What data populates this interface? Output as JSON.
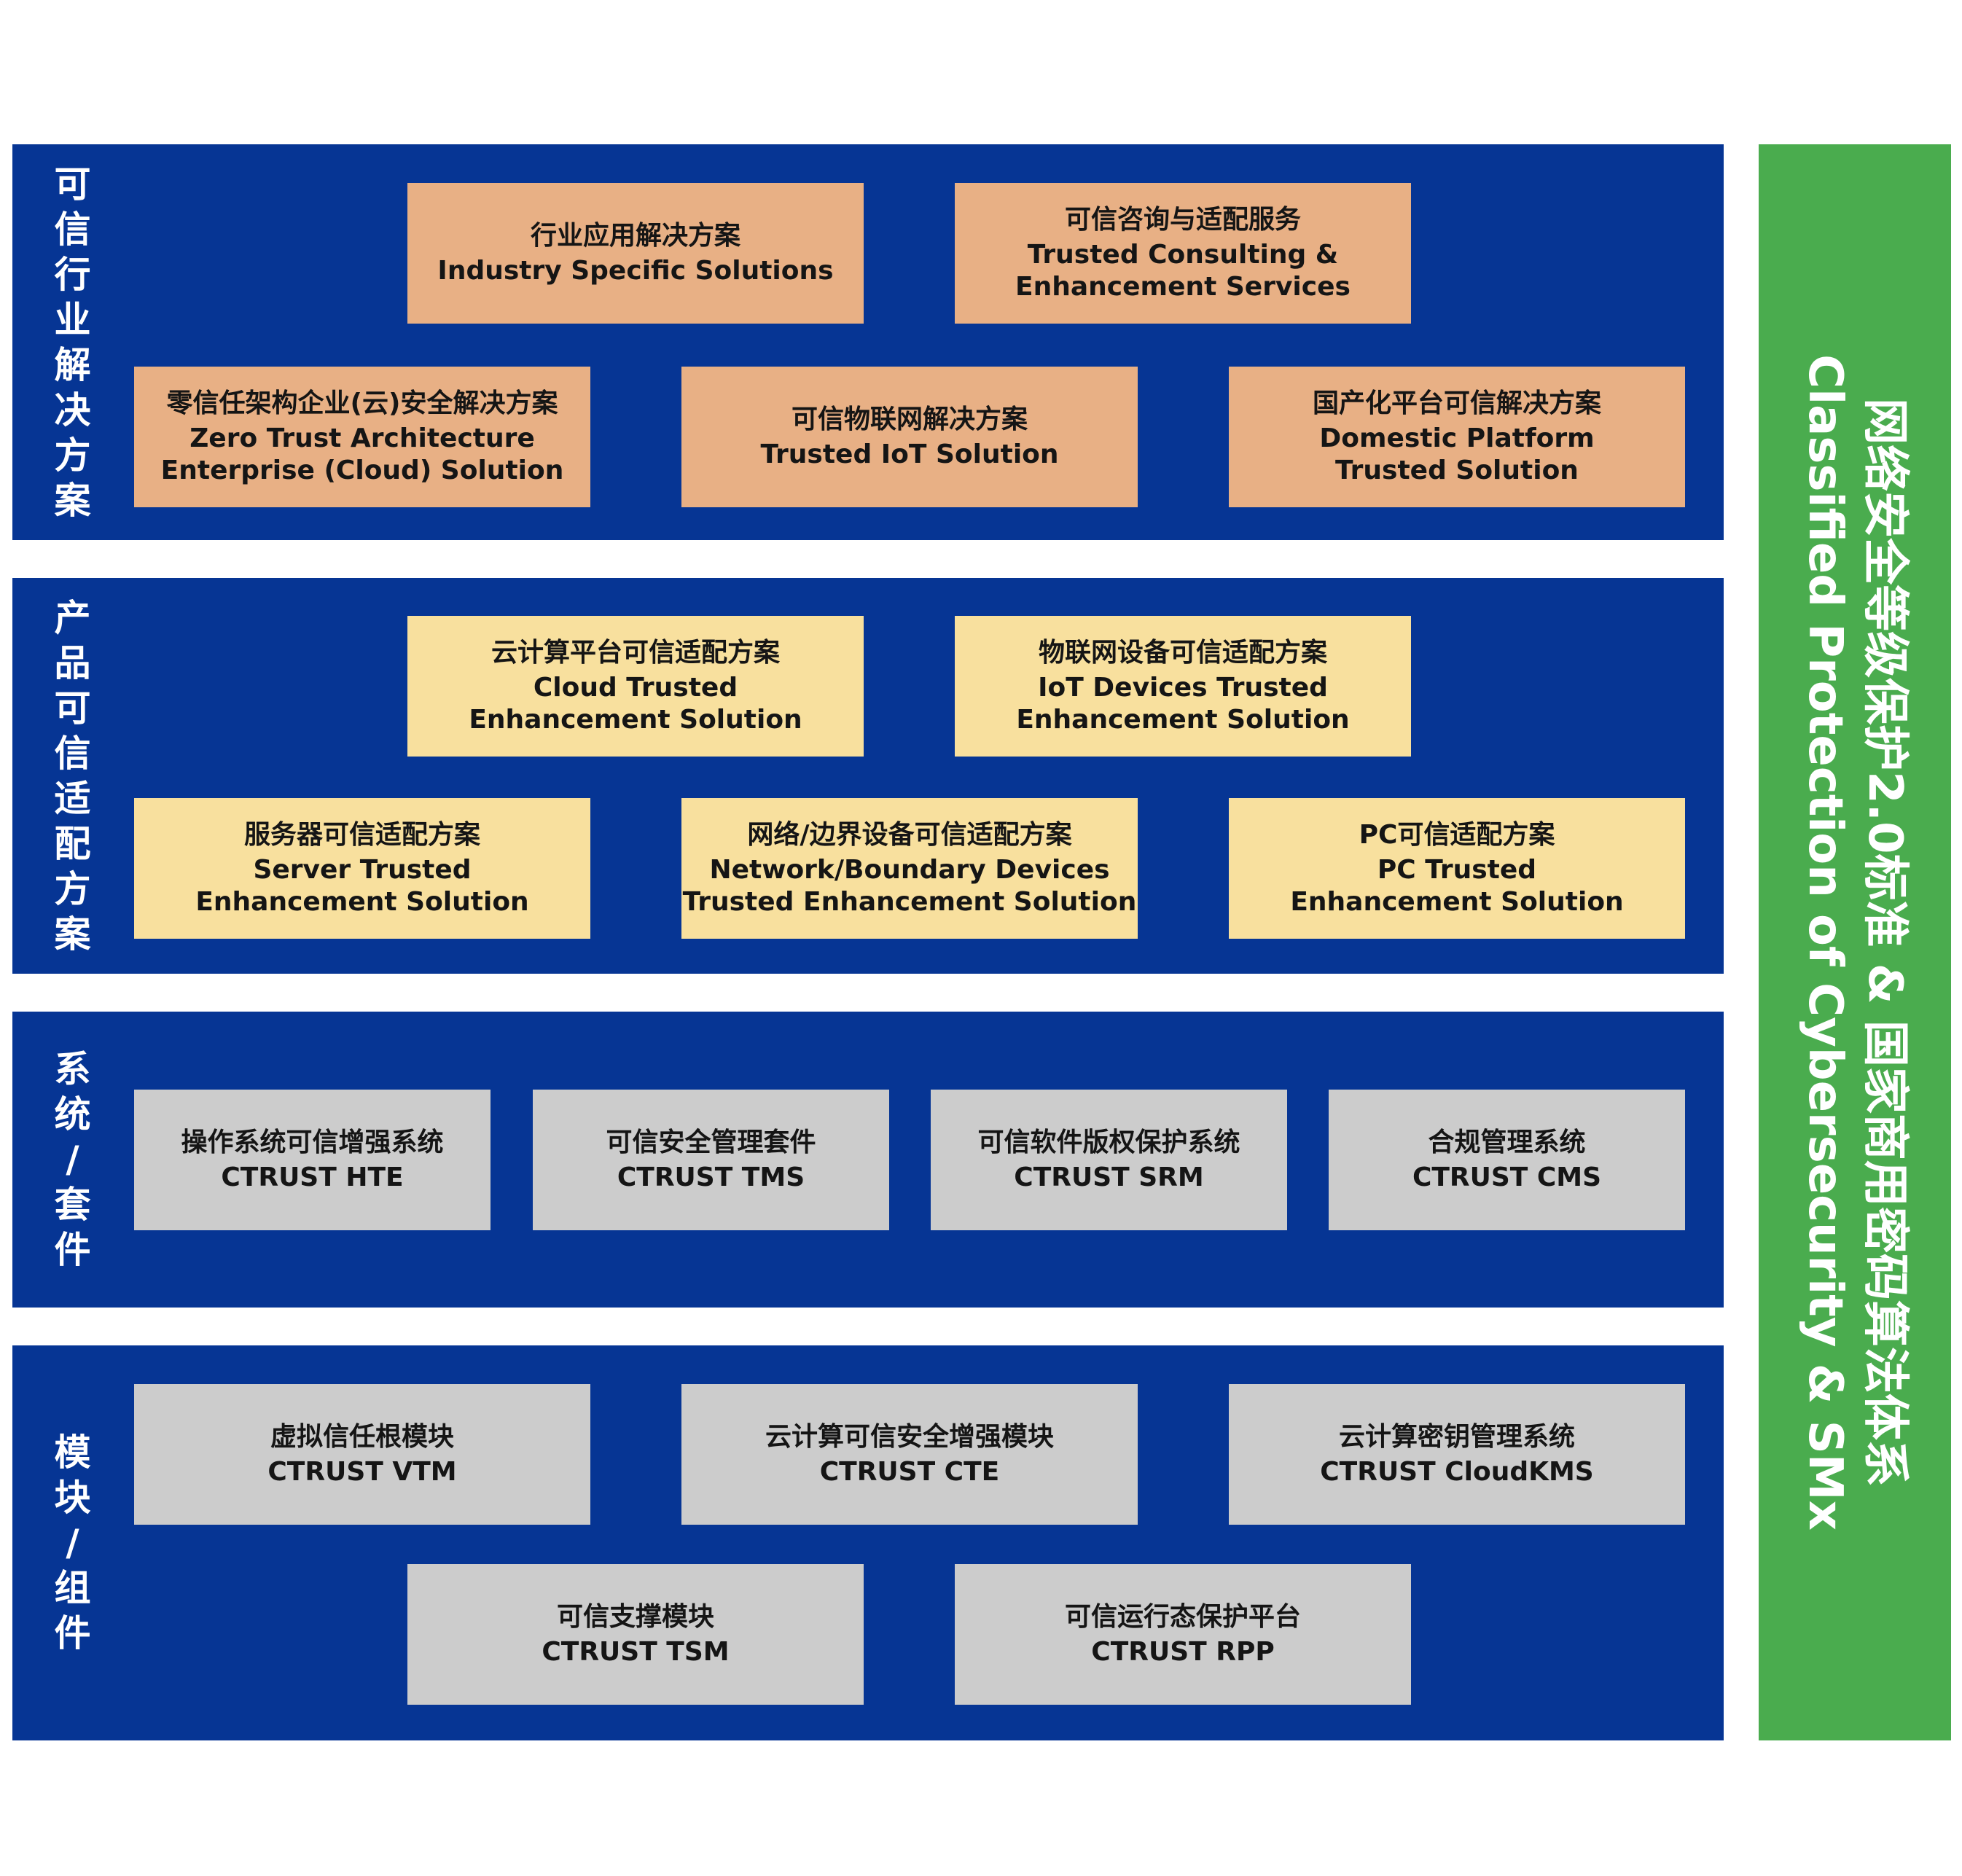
{
  "colors": {
    "band": "#063594",
    "side_panel": "#4aac4e",
    "industry_box": "#e8b085",
    "product_box": "#f8e09e",
    "system_box": "#cccccc"
  },
  "layers": {
    "industry": {
      "label": [
        "可",
        "信",
        "行",
        "业",
        "解",
        "决",
        "方",
        "案"
      ],
      "boxes": [
        {
          "zh": "行业应用解决方案",
          "en": [
            "Industry Specific Solutions"
          ]
        },
        {
          "zh": "可信咨询与适配服务",
          "en": [
            "Trusted Consulting &",
            "Enhancement Services"
          ]
        },
        {
          "zh": "零信任架构企业(云)安全解决方案",
          "en": [
            "Zero Trust Architecture",
            "Enterprise (Cloud) Solution"
          ]
        },
        {
          "zh": "可信物联网解决方案",
          "en": [
            "Trusted IoT Solution"
          ]
        },
        {
          "zh": "国产化平台可信解决方案",
          "en": [
            "Domestic Platform",
            "Trusted Solution"
          ]
        }
      ]
    },
    "product": {
      "label": [
        "产",
        "品",
        "可",
        "信",
        "适",
        "配",
        "方",
        "案"
      ],
      "boxes": [
        {
          "zh": "云计算平台可信适配方案",
          "en": [
            "Cloud Trusted",
            "Enhancement Solution"
          ]
        },
        {
          "zh": "物联网设备可信适配方案",
          "en": [
            "IoT Devices Trusted",
            "Enhancement Solution"
          ]
        },
        {
          "zh": "服务器可信适配方案",
          "en": [
            "Server Trusted",
            "Enhancement Solution"
          ]
        },
        {
          "zh": "网络/边界设备可信适配方案",
          "en": [
            "Network/Boundary Devices",
            "Trusted Enhancement Solution"
          ]
        },
        {
          "zh": "PC可信适配方案",
          "en": [
            "PC Trusted",
            "Enhancement Solution"
          ]
        }
      ]
    },
    "system": {
      "label": [
        "系",
        "统",
        "/",
        "套",
        "件"
      ],
      "boxes": [
        {
          "zh": "操作系统可信增强系统",
          "en": [
            "CTRUST HTE"
          ]
        },
        {
          "zh": "可信安全管理套件",
          "en": [
            "CTRUST TMS"
          ]
        },
        {
          "zh": "可信软件版权保护系统",
          "en": [
            "CTRUST SRM"
          ]
        },
        {
          "zh": "合规管理系统",
          "en": [
            "CTRUST CMS"
          ]
        }
      ]
    },
    "module": {
      "label": [
        "模",
        "块",
        "/",
        "组",
        "件"
      ],
      "boxes": [
        {
          "zh": "虚拟信任根模块",
          "en": [
            "CTRUST VTM"
          ]
        },
        {
          "zh": "云计算可信安全增强模块",
          "en": [
            "CTRUST CTE"
          ]
        },
        {
          "zh": "云计算密钥管理系统",
          "en": [
            "CTRUST CloudKMS"
          ]
        },
        {
          "zh": "可信支撑模块",
          "en": [
            "CTRUST TSM"
          ]
        },
        {
          "zh": "可信运行态保护平台",
          "en": [
            "CTRUST RPP"
          ]
        }
      ]
    }
  },
  "side_panel": {
    "line1": "网络安全等级保护2.0标准 & 国家商用密码算法体系",
    "line2": "Classified Protection of Cybersecurity & SMx"
  }
}
